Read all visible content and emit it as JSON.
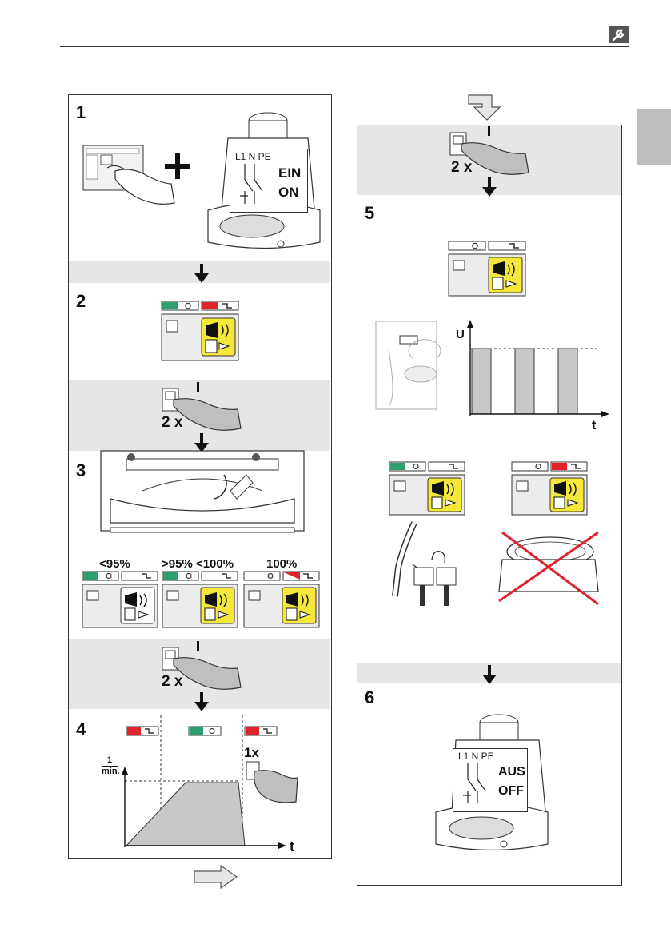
{
  "header": {
    "icon": "wrench-icon"
  },
  "colors": {
    "green": "#2e9f6e",
    "red": "#e0232a",
    "yellow": "#f6e83a",
    "gray_band": "#e6e6e6",
    "gray_fill": "#c8c8c8"
  },
  "steps": {
    "s1": "1",
    "s2": "2",
    "s3": "3",
    "s4": "4",
    "s5": "5",
    "s6": "6"
  },
  "press_count": "2 x",
  "press_once": "1x",
  "mains_switch": {
    "terminals": "L1 N PE",
    "on_de": "EIN",
    "on_en": "ON",
    "off_de": "AUS",
    "off_en": "OFF"
  },
  "fill_levels": [
    "<95%",
    ">95% <100%",
    "100%"
  ],
  "graph_voltage": {
    "y_label": "U",
    "x_label": "t"
  },
  "graph_speed": {
    "y_label_num": "1",
    "y_label_den": "min.",
    "x_label": "t"
  }
}
